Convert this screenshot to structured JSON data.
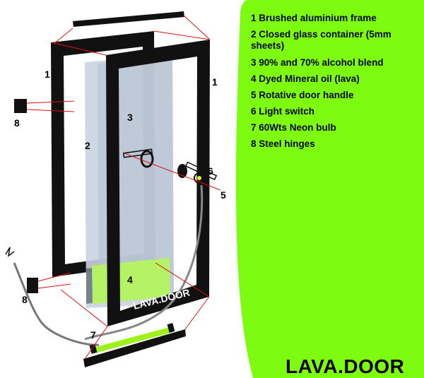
{
  "legend": [
    {
      "text": "1 Brushed aluminium frame"
    },
    {
      "text": "2 Closed glass container (5mm sheets)"
    },
    {
      "text": "3 90% and 70% alcohol blend"
    },
    {
      "text": "4 Dyed Mineral oil (lava)"
    },
    {
      "text": "5 Rotative door handle"
    },
    {
      "text": "6 Light switch"
    },
    {
      "text": "7 60Wts Neon bulb"
    },
    {
      "text": "8 Steel hinges"
    }
  ],
  "brand": "LAVA.DOOR",
  "door_logo": "LAVA.DOOR",
  "callouts": {
    "n1_left": "1",
    "n1_right": "1",
    "n2": "2",
    "n3": "3",
    "n4": "4",
    "n5": "5",
    "n6": "6",
    "n7": "7",
    "n8_top": "8",
    "n8_bottom": "8"
  },
  "colors": {
    "lime": "#7dfc12",
    "frame": "#111111",
    "glass": "#c9d3df",
    "leader": "#e01010",
    "oil": "#b6f266"
  }
}
